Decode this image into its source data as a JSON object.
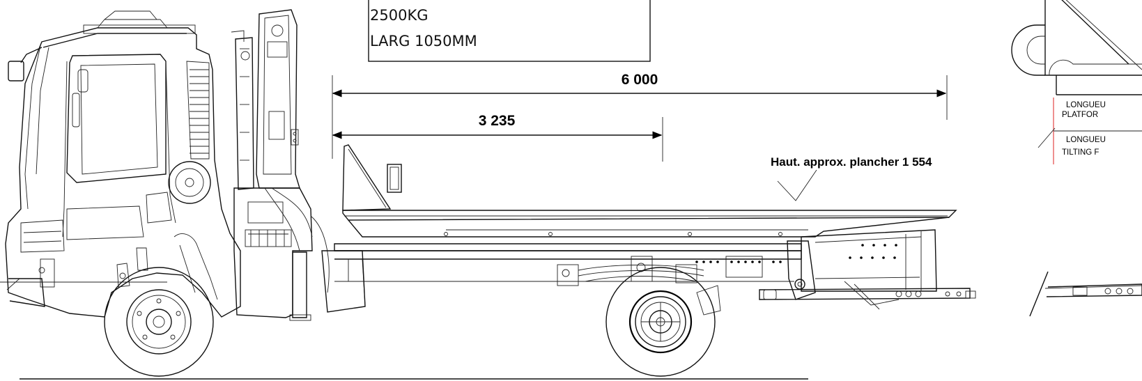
{
  "spec_box": {
    "line1": "2500KG",
    "line2": "LARG 1050MM"
  },
  "dimensions": {
    "overall_length": "6 000",
    "partial_length": "3 235"
  },
  "floor_height_note": "Haut. approx. plancher 1 554",
  "detail_labels": {
    "platform_fr": "LONGUEU",
    "platform_en": "PLATFOR",
    "tilting_fr": "LONGUEU",
    "tilting_en": "TILTING F"
  }
}
